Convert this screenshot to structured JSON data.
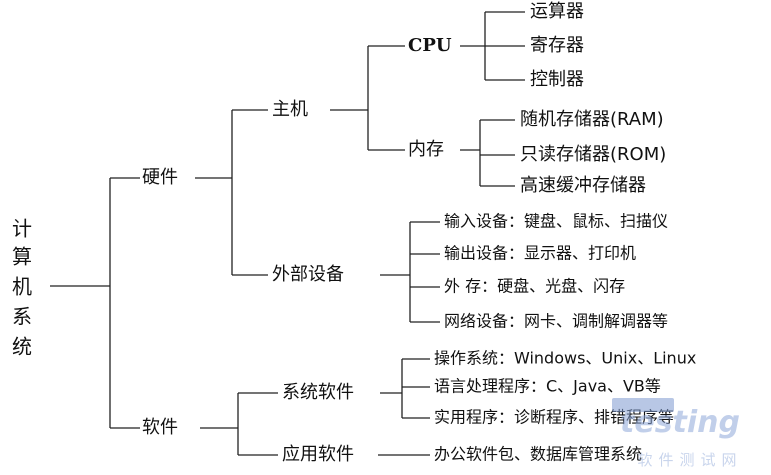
{
  "diagram": {
    "root": "计算机系统",
    "nodes": {
      "hardware": "硬件",
      "software": "软件",
      "host": "主机",
      "peripherals": "外部设备",
      "cpu": "CPU",
      "memory": "内存",
      "alu": "运算器",
      "register": "寄存器",
      "controller": "控制器",
      "ram": "随机存储器(RAM)",
      "rom": "只读存储器(ROM)",
      "cache": "高速缓冲存储器",
      "input_device": "输入设备：键盘、鼠标、扫描仪",
      "output_device": "输出设备：显示器、打印机",
      "external_storage": "外  存：硬盘、光盘、闪存",
      "network_device": "网络设备：网卡、调制解调器等",
      "system_software": "系统软件",
      "application_software": "应用软件",
      "os": "操作系统：Windows、Unix、Linux",
      "lang": "语言处理程序：C、Java、VB等",
      "utility": "实用程序：诊断程序、排错程序等",
      "app_items": "办公软件包、数据库管理系统"
    }
  },
  "watermark": {
    "logo_text": "testing",
    "caption": "软件测试网"
  }
}
